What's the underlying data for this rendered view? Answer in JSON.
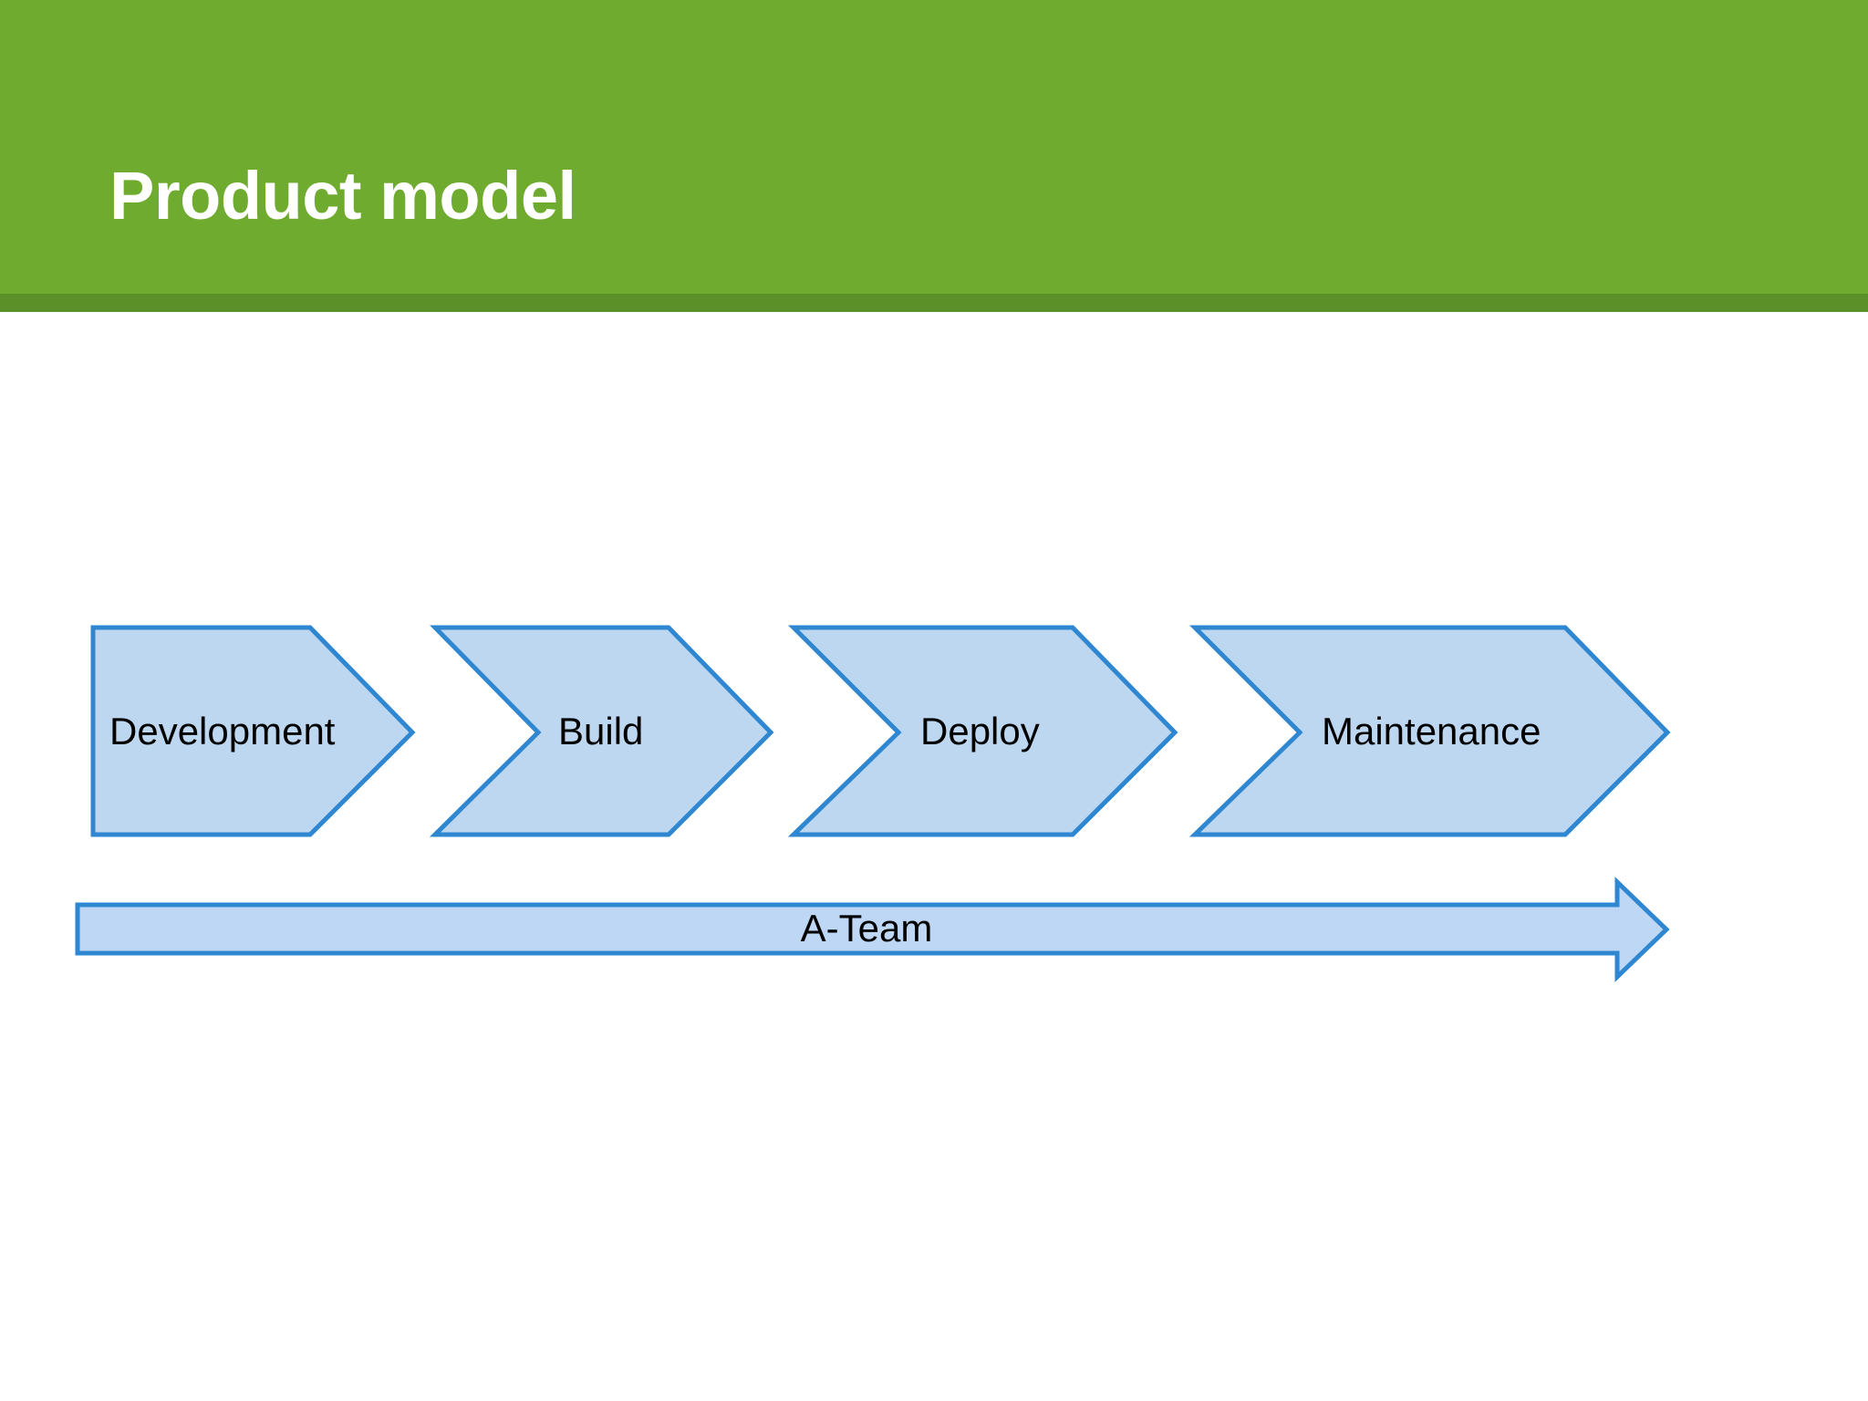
{
  "slide": {
    "title": "Product model",
    "banner_color": "#6FAB2F",
    "banner_shadow_color": "#5B8F28",
    "title_color": "#FFFFFF",
    "background_color": "#FFFFFF"
  },
  "diagram": {
    "type": "process-chevron-flow",
    "shape_fill_color": "#BDD7F0",
    "shape_stroke_color": "#2E87D0",
    "label_color": "#000000",
    "stages": [
      {
        "label": "Development",
        "order": 1,
        "shape": "pentagon-arrow"
      },
      {
        "label": "Build",
        "order": 2,
        "shape": "chevron"
      },
      {
        "label": "Deploy",
        "order": 3,
        "shape": "chevron"
      },
      {
        "label": "Maintenance",
        "order": 4,
        "shape": "chevron"
      }
    ],
    "spanning_arrow": {
      "label": "A-Team",
      "direction": "right",
      "spans_stages": [
        "Development",
        "Build",
        "Deploy",
        "Maintenance"
      ]
    }
  }
}
